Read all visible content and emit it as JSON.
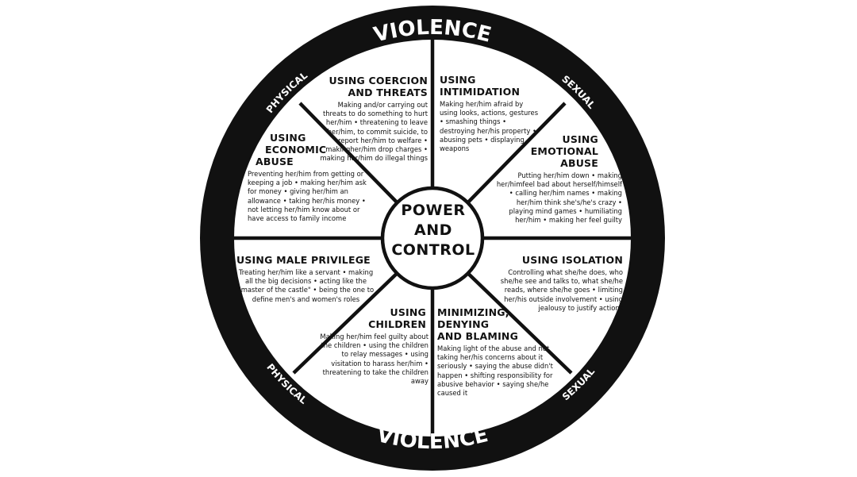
{
  "ring": {
    "top_left": "PHYSICAL",
    "top_main": "VIOLENCE",
    "top_right": "SEXUAL",
    "bottom_left": "PHYSICAL",
    "bottom_main": "VIOLENCE",
    "bottom_right": "SEXUAL"
  },
  "hub": {
    "line1": "POWER",
    "line2": "AND",
    "line3": "CONTROL"
  },
  "segments": {
    "coercion": {
      "title1": "USING COERCION",
      "title2": "AND THREATS",
      "body": "Making and/or carrying out threats to do something to hurt her/him • threatening to leave her/him, to commit suicide, to report her/him to welfare • makingher/him drop charges • making her/him do illegal things"
    },
    "intimidation": {
      "title1": "USING",
      "title2": "INTIMIDATION",
      "body": "Making her/him afraid by using looks, actions, gestures • smashing things • destroying her/his property • abusing pets • displaying weapons"
    },
    "emotional": {
      "title1": "USING",
      "title2": "EMOTIONAL",
      "title3": "ABUSE",
      "body": "Putting her/him down • making her/himfeel bad about herself/himself • calling her/him names • making her/him think she's/he's crazy • playing mind games • humiliating her/him • making her feel guilty"
    },
    "isolation": {
      "title1": "USING ISOLATION",
      "body": "Controlling what she/he does, who she/he see and talks to, what she/he reads, where she/he goes • limiting her/his outside involvement • using jealousy to justify actions"
    },
    "minimizing": {
      "title1": "MINIMIZING,",
      "title2": "DENYING",
      "title3": "AND BLAMING",
      "body": "Making light of the abuse and not taking her/his concerns about it seriously • saying the abuse didn't happen • shifting responsibility for abusive behavior • saying she/he caused it"
    },
    "children": {
      "title1": "USING",
      "title2": "CHILDREN",
      "body": "Making her/him feel guilty about the children • using the children to relay messages • using visitation to harass her/him • threatening to take the children away"
    },
    "privilege": {
      "title1": "USING MALE PRIVILEGE",
      "body": "Treating her/him like a servant • making all the big decisions • acting like the \"master of the castle\" • being the one to define men's and women's roles"
    },
    "economic": {
      "title1": "USING",
      "title2": "ECONOMIC",
      "title3": "ABUSE",
      "body": "Preventing her/him from getting or keeping a job • making her/him ask for money • giving her/him an allowance • taking her/his money • not letting her/him know about or have access to family income"
    }
  }
}
